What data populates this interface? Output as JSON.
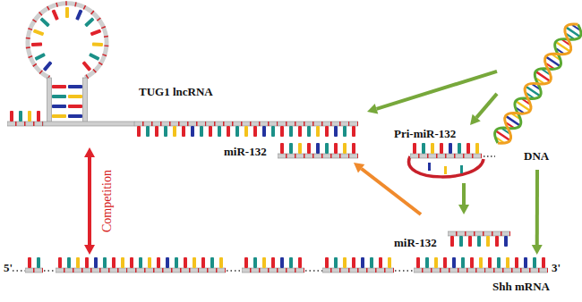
{
  "diagram": {
    "nodes": [
      {
        "text": [
          "TUG1 lncRNA"
        ]
      },
      {
        "text": [
          "miR-132"
        ]
      },
      {
        "text": [
          "Pri-miR-132"
        ]
      },
      {
        "text": [
          "DNA"
        ]
      },
      {
        "text": [
          "miR-132"
        ]
      },
      {
        "text": [
          "Shh mRNA"
        ]
      }
    ],
    "edges": [
      {
        "from": 3,
        "to": 0,
        "arrow": "to"
      },
      {
        "from": 3,
        "to": 2,
        "arrow": "to"
      },
      {
        "from": 2,
        "to": 4,
        "arrow": "to"
      },
      {
        "from": 3,
        "to": 5,
        "arrow": "to"
      },
      {
        "from": 4,
        "to": 1,
        "arrow": "to"
      },
      {
        "from": 0,
        "to": 5,
        "arrow": "both",
        "label": "Competition"
      }
    ],
    "labels": [
      "5'",
      "3'"
    ]
  }
}
